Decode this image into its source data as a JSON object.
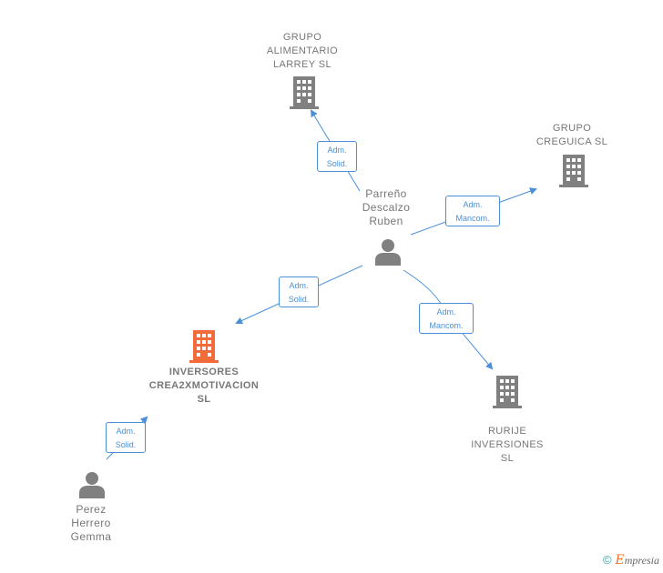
{
  "colors": {
    "line": "#4a90d9",
    "building": "#808080",
    "building_focus": "#f26c3b",
    "person": "#808080"
  },
  "nodes": {
    "grupo_alimentario": {
      "label": "GRUPO\nALIMENTARIO\nLARREY SL",
      "icon": "building-icon"
    },
    "grupo_creguica": {
      "label": "GRUPO\nCREGUICA  SL",
      "icon": "building-icon"
    },
    "parreno": {
      "label": "Parreño\nDescalzo\nRuben",
      "icon": "person-icon"
    },
    "inversores": {
      "label": "INVERSORES\nCREA2XMOTIVACION\nSL",
      "icon": "building-icon"
    },
    "rurije": {
      "label": "RURIJE\nINVERSIONES\nSL",
      "icon": "building-icon"
    },
    "perez": {
      "label": "Perez\nHerrero\nGemma",
      "icon": "person-icon"
    }
  },
  "edges": {
    "e1": {
      "line1": "Adm.",
      "line2": "Solid."
    },
    "e2": {
      "line1": "Adm.",
      "line2": "Mancom."
    },
    "e3": {
      "line1": "Adm.",
      "line2": "Solid."
    },
    "e4": {
      "line1": "Adm.",
      "line2": "Mancom."
    },
    "e5": {
      "line1": "Adm.",
      "line2": "Solid."
    }
  },
  "footer": {
    "copyright": "©",
    "brand_initial": "E",
    "brand_rest": "mpresia"
  }
}
